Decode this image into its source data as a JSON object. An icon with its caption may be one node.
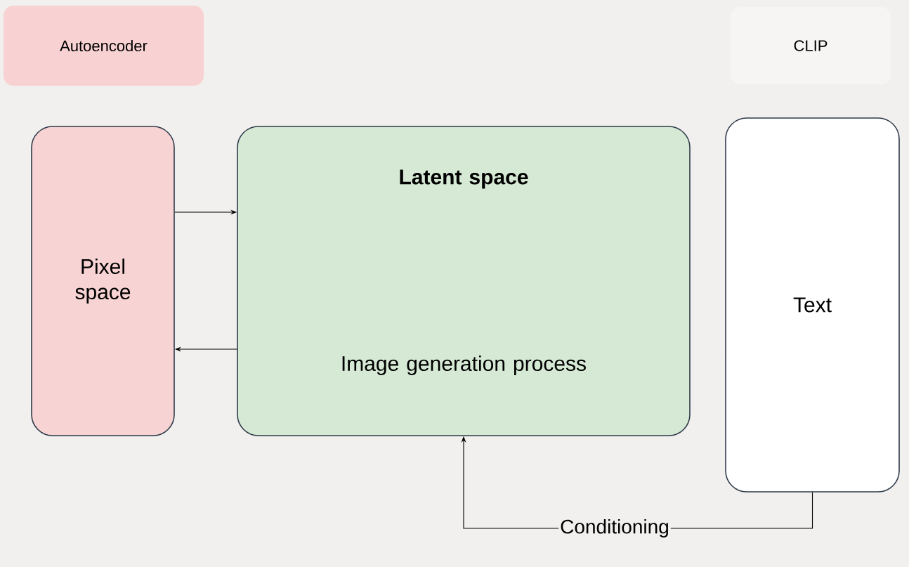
{
  "diagram": {
    "nodes": [
      {
        "text": [
          "Autoencoder"
        ]
      },
      {
        "text": [
          "CLIP"
        ]
      },
      {
        "text": [
          "Pixel space"
        ]
      },
      {
        "text": [
          "Latent space",
          "Image generation process"
        ]
      },
      {
        "text": [
          "Text"
        ]
      }
    ],
    "edges": [
      {
        "from": 2,
        "to": 3,
        "arrow": "to"
      },
      {
        "from": 3,
        "to": 2,
        "arrow": "to"
      },
      {
        "from": 4,
        "to": 3,
        "arrow": "to",
        "label": "Conditioning"
      }
    ]
  }
}
